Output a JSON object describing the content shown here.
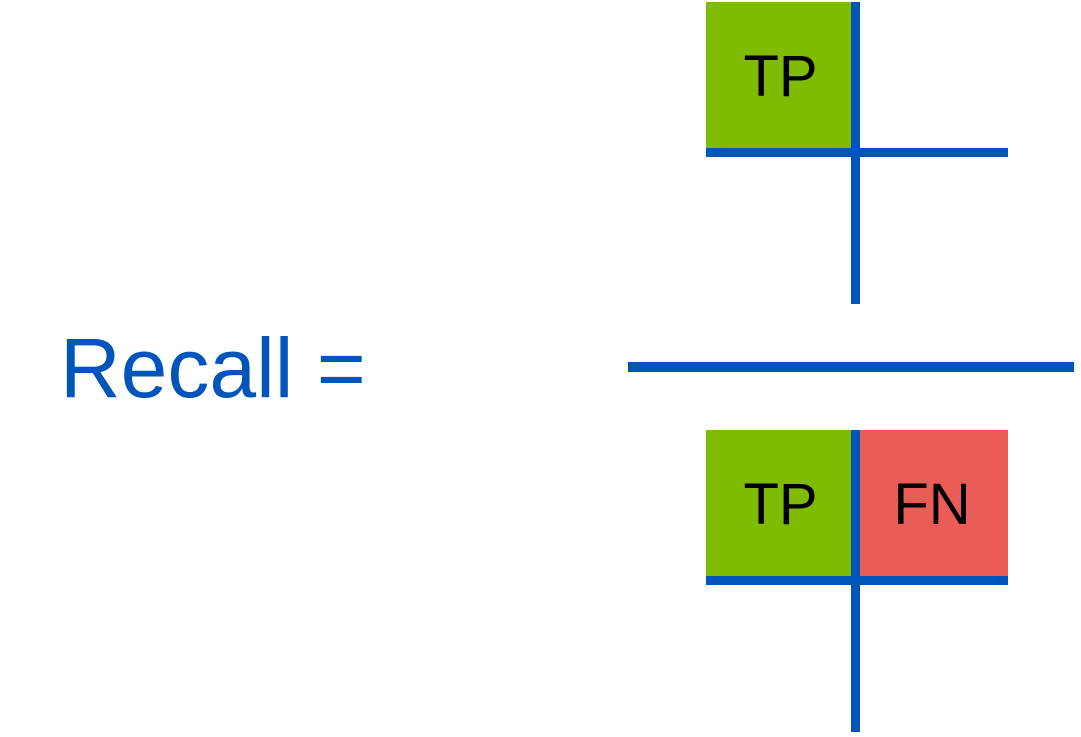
{
  "formula": {
    "label": "Recall ="
  },
  "numerator": {
    "cells": [
      {
        "id": "tp",
        "label": "TP",
        "color": "#7fbb00"
      }
    ]
  },
  "denominator": {
    "cells": [
      {
        "id": "tp",
        "label": "TP",
        "color": "#7fbb00"
      },
      {
        "id": "fn",
        "label": "FN",
        "color": "#ea5d57"
      }
    ]
  },
  "colors": {
    "accent": "#0055bb",
    "true_positive": "#7fbb00",
    "false_negative": "#ea5d57",
    "background": "#ffffff"
  }
}
